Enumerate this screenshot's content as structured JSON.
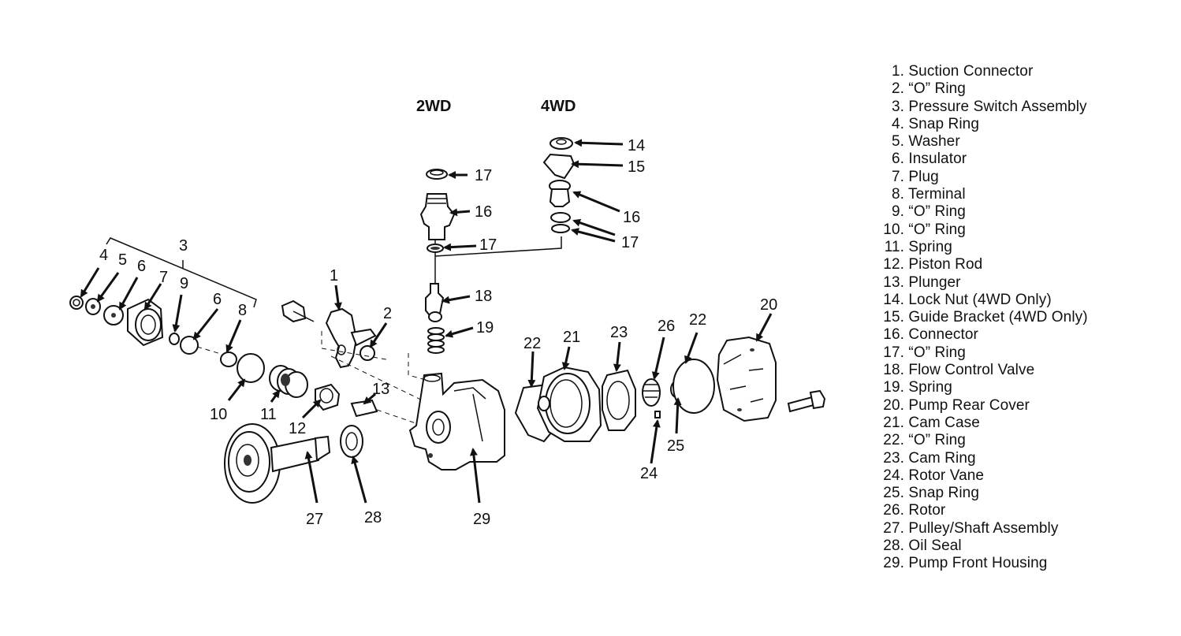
{
  "headers": {
    "two_wd": "2WD",
    "four_wd": "4WD"
  },
  "callouts": {
    "c1": "1",
    "c2": "2",
    "c3": "3",
    "c4": "4",
    "c5": "5",
    "c6a": "6",
    "c6b": "6",
    "c7": "7",
    "c8": "8",
    "c9": "9",
    "c10": "10",
    "c11": "11",
    "c12": "12",
    "c13": "13",
    "c14": "14",
    "c15": "15",
    "c16a": "16",
    "c16b": "16",
    "c17a": "17",
    "c17b": "17",
    "c17c": "17",
    "c18": "18",
    "c19": "19",
    "c20": "20",
    "c21": "21",
    "c22a": "22",
    "c22b": "22",
    "c23": "23",
    "c24": "24",
    "c25": "25",
    "c26": "26",
    "c27": "27",
    "c28": "28",
    "c29": "29"
  },
  "legend": [
    {
      "num": "1.",
      "text": "Suction Connector"
    },
    {
      "num": "2.",
      "text": "“O” Ring"
    },
    {
      "num": "3.",
      "text": "Pressure Switch Assembly"
    },
    {
      "num": "4.",
      "text": "Snap Ring"
    },
    {
      "num": "5.",
      "text": "Washer"
    },
    {
      "num": "6.",
      "text": "Insulator"
    },
    {
      "num": "7.",
      "text": "Plug"
    },
    {
      "num": "8.",
      "text": "Terminal"
    },
    {
      "num": "9.",
      "text": "“O” Ring"
    },
    {
      "num": "10.",
      "text": "“O” Ring"
    },
    {
      "num": "11.",
      "text": "Spring"
    },
    {
      "num": "12.",
      "text": "Piston Rod"
    },
    {
      "num": "13.",
      "text": "Plunger"
    },
    {
      "num": "14.",
      "text": "Lock Nut (4WD Only)"
    },
    {
      "num": "15.",
      "text": "Guide Bracket (4WD Only)"
    },
    {
      "num": "16.",
      "text": "Connector"
    },
    {
      "num": "17.",
      "text": "“O” Ring"
    },
    {
      "num": "18.",
      "text": "Flow Control Valve"
    },
    {
      "num": "19.",
      "text": "Spring"
    },
    {
      "num": "20.",
      "text": "Pump Rear Cover"
    },
    {
      "num": "21.",
      "text": "Cam Case"
    },
    {
      "num": "22.",
      "text": "“O” Ring"
    },
    {
      "num": "23.",
      "text": "Cam Ring"
    },
    {
      "num": "24.",
      "text": "Rotor Vane"
    },
    {
      "num": "25.",
      "text": "Snap Ring"
    },
    {
      "num": "26.",
      "text": "Rotor"
    },
    {
      "num": "27.",
      "text": "Pulley/Shaft Assembly"
    },
    {
      "num": "28.",
      "text": "Oil Seal"
    },
    {
      "num": "29.",
      "text": "Pump Front Housing"
    }
  ]
}
